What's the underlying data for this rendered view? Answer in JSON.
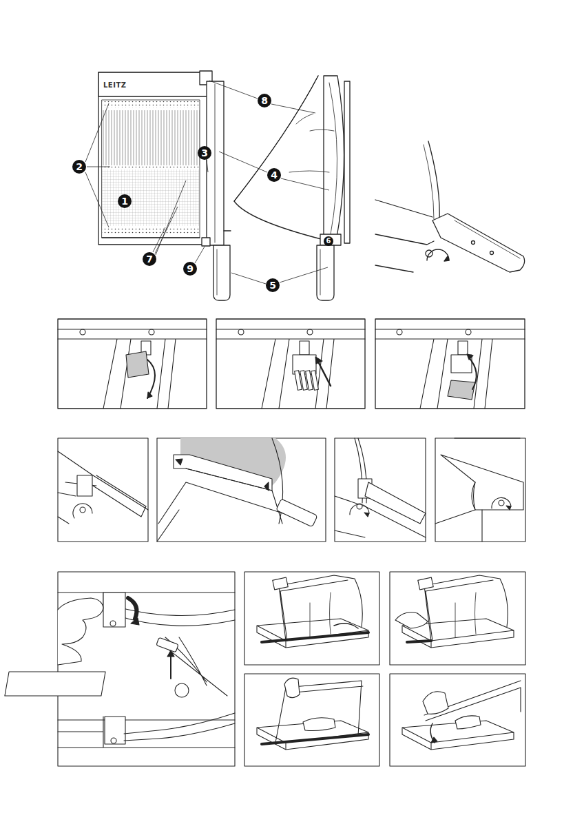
{
  "diagram": {
    "labels": [
      "LEITZ",
      "8",
      "3",
      "2",
      "4",
      "1",
      "6",
      "7",
      "9",
      "5"
    ]
  }
}
